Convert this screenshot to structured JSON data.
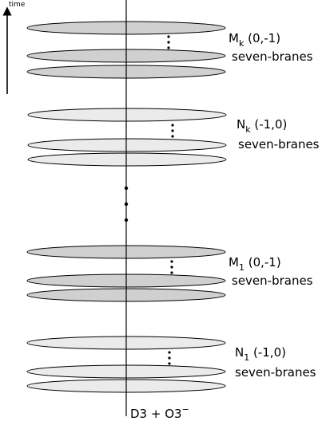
{
  "time_axis": {
    "label": "time"
  },
  "central_line": {
    "label": "D3 + O3",
    "superscript": "−"
  },
  "groups": [
    {
      "name_main": "M",
      "name_sub": "k",
      "charge": " (0,-1)",
      "kind": "seven-branes",
      "color": "#d0d0d0"
    },
    {
      "name_main": "N",
      "name_sub": "k",
      "charge": " (-1,0)",
      "kind": "seven-branes",
      "color": "#ebebeb"
    },
    {
      "name_main": "M",
      "name_sub": "1",
      "charge": " (0,-1)",
      "kind": "seven-branes",
      "color": "#d0d0d0"
    },
    {
      "name_main": "N",
      "name_sub": "1",
      "charge": " (-1,0)",
      "kind": "seven-branes",
      "color": "#ebebeb"
    }
  ]
}
